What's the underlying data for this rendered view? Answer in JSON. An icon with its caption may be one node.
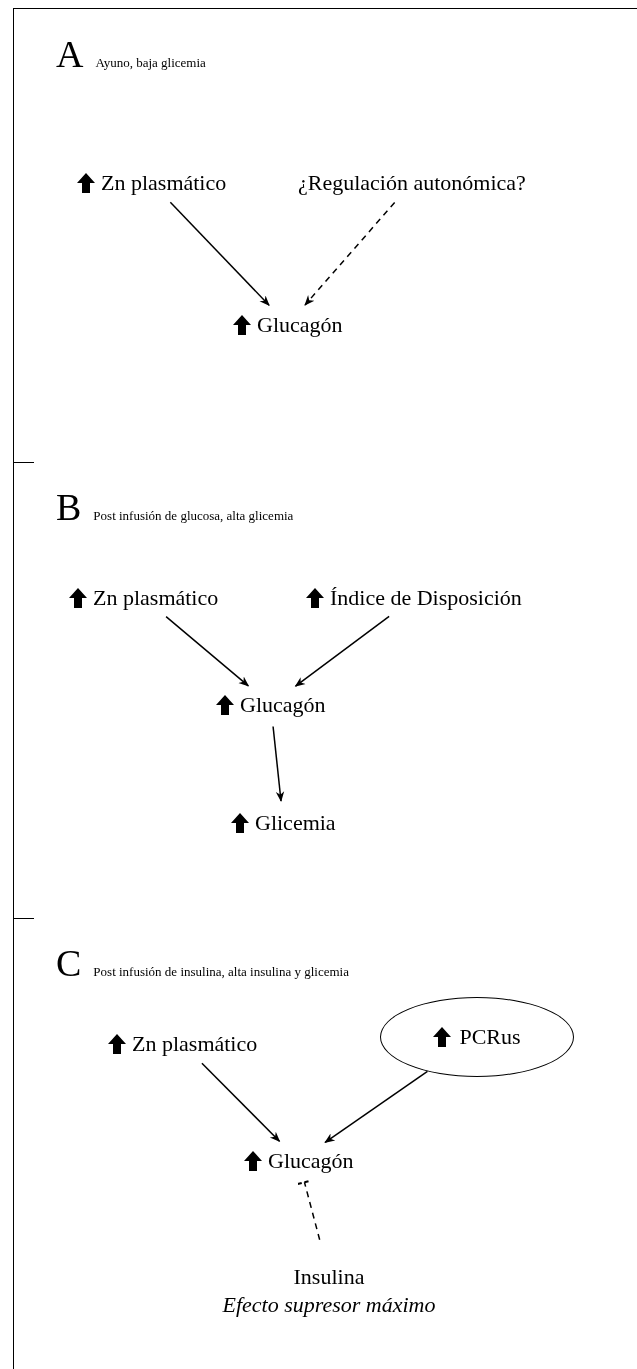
{
  "diagram": {
    "nodes": [
      {
        "text": [
          "A",
          "Ayuno, baja glicemia"
        ]
      },
      {
        "text": [
          "Zn plasmático"
        ],
        "in": 0
      },
      {
        "text": [
          "¿Regulación autonómica?"
        ],
        "in": 0
      },
      {
        "text": [
          "Glucagón"
        ],
        "in": 0
      },
      {
        "text": [
          "B",
          "Post infusión de glucosa, alta glicemia"
        ]
      },
      {
        "text": [
          "Zn plasmático"
        ],
        "in": 4
      },
      {
        "text": [
          "Índice de Disposición"
        ],
        "in": 4
      },
      {
        "text": [
          "Glucagón"
        ],
        "in": 4
      },
      {
        "text": [
          "Glicemia"
        ],
        "in": 4
      },
      {
        "text": [
          "C",
          "Post infusión de insulina, alta insulina y glicemia"
        ]
      },
      {
        "text": [
          "Zn plasmático"
        ],
        "in": 9
      },
      {
        "text": [
          "PCRus"
        ],
        "in": 9
      },
      {
        "text": [
          "Glucagón"
        ],
        "in": 9
      },
      {
        "text": [
          "Insulina",
          "Efecto supresor máximo"
        ],
        "in": 9
      }
    ],
    "edges": [
      {
        "from": 1,
        "to": 3,
        "arrow": "to"
      },
      {
        "from": 2,
        "to": 3,
        "arrow": "to",
        "style": "dashed"
      },
      {
        "from": 5,
        "to": 7,
        "arrow": "to"
      },
      {
        "from": 6,
        "to": 7,
        "arrow": "to"
      },
      {
        "from": 7,
        "to": 8,
        "arrow": "to"
      },
      {
        "from": 10,
        "to": 12,
        "arrow": "to"
      },
      {
        "from": 11,
        "to": 12,
        "arrow": "to"
      },
      {
        "from": 13,
        "to": 12,
        "arrow": "other",
        "style": "dashed"
      }
    ]
  }
}
